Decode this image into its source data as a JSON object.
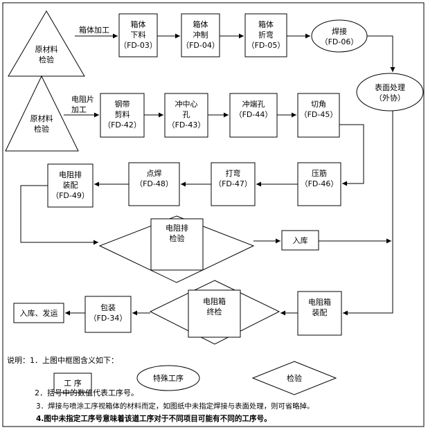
{
  "nodes": {
    "raw_check_1": [
      "原材料",
      "检验"
    ],
    "raw_check_2": [
      "原材料",
      "检验"
    ],
    "box_blank": [
      "箱体",
      "下料",
      "（FD-03）"
    ],
    "box_punch": [
      "箱体",
      "冲制",
      "（FD-04）"
    ],
    "box_bend": [
      "箱体",
      "折弯",
      "（FD-05）"
    ],
    "welding": [
      "焊接",
      "（FD-06）"
    ],
    "surface": [
      "表面处理",
      "（外协）"
    ],
    "strip_cut": [
      "钢带",
      "剪料",
      "（FD-42）"
    ],
    "punch_center": [
      "冲中心",
      "孔",
      "（FD-43）"
    ],
    "punch_end": [
      "冲端孔",
      "（FD-44）"
    ],
    "corner_cut": [
      "切角",
      "（FD-45）"
    ],
    "press_rib": [
      "压筋",
      "（FD-46）"
    ],
    "bend": [
      "打弯",
      "（FD-47）"
    ],
    "spot_weld": [
      "点焊",
      "（FD-48）"
    ],
    "resistor_assembly": [
      "电阻排",
      "装配",
      "（FD-49）"
    ],
    "resistor_check": [
      "电阻排",
      "检验"
    ],
    "storage": [
      "入库"
    ],
    "box_assembly": [
      "电阻箱",
      "装配"
    ],
    "final_check": [
      "电阻箱",
      "终检"
    ],
    "packing": [
      "包装",
      "（FD-34）"
    ],
    "ship": [
      "入库、发运"
    ]
  },
  "edge_labels": {
    "box_processing": "箱体加工",
    "resistor_processing": [
      "电阻片",
      "加工"
    ]
  },
  "legend": {
    "intro": "说明：1．上图中框图含义如下：",
    "process": "工 序",
    "special": "特殊工序",
    "inspection": "检验",
    "note2": "2．括号中的数值代表工序号。",
    "note3": "3．焊接与喷涂工序视箱体的材料而定，如图纸中未指定焊接与表面处理，则可省略掉。",
    "note4": "4.图中未指定工序号意味着该道工序对于不同项目可能有不同的工序号。"
  }
}
